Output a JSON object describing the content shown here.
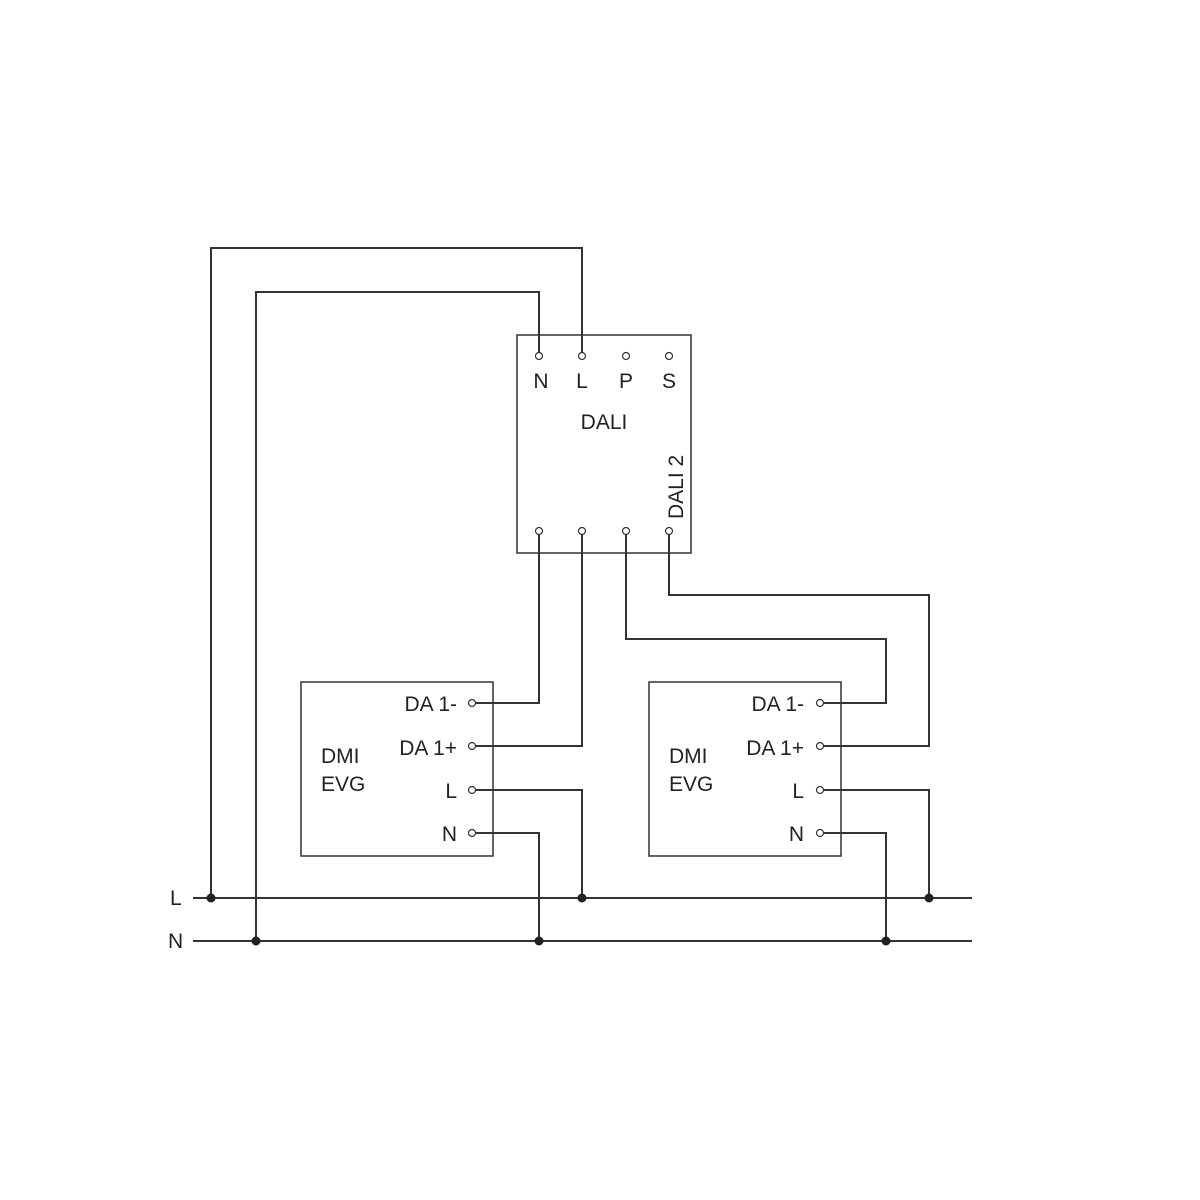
{
  "diagram": {
    "bus": {
      "l_label": "L",
      "n_label": "N"
    },
    "dali": {
      "title": "DALI",
      "output_label": "DALI 2",
      "top_terminals": [
        "N",
        "L",
        "P",
        "S"
      ]
    },
    "devices": [
      {
        "line1": "DMI",
        "line2": "EVG",
        "da_minus": "DA 1-",
        "da_plus": "DA 1+",
        "l": "L",
        "n": "N"
      },
      {
        "line1": "DMI",
        "line2": "EVG",
        "da_minus": "DA 1-",
        "da_plus": "DA 1+",
        "l": "L",
        "n": "N"
      }
    ],
    "colors": {
      "line": "#333333",
      "text": "#222222"
    }
  }
}
